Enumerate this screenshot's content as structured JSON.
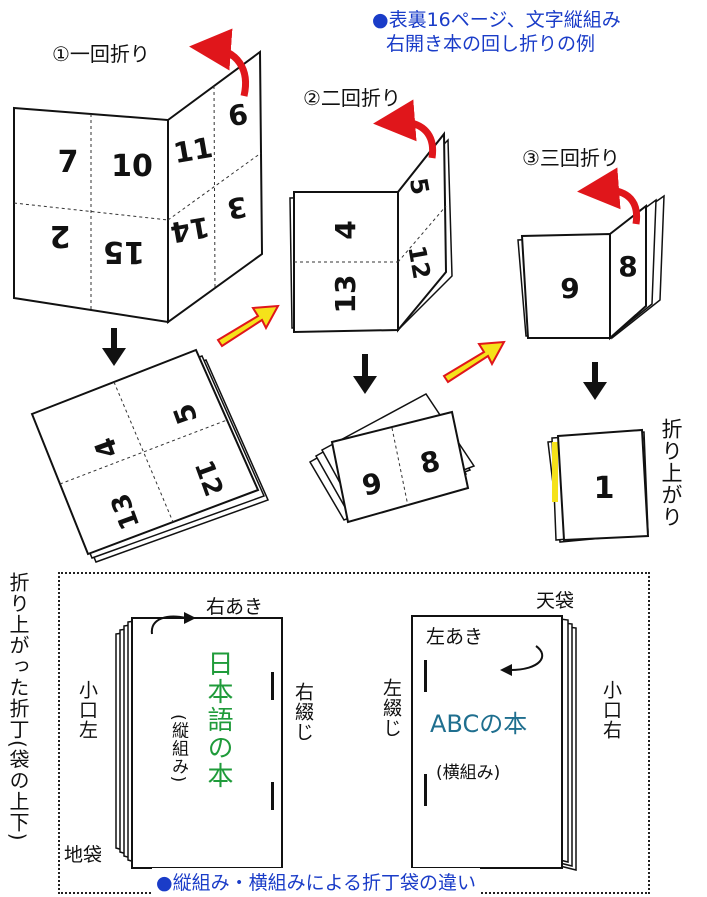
{
  "title": {
    "line1": "●表裏16ページ、文字縦組み",
    "line2": "右開き本の回し折りの例"
  },
  "steps": {
    "one": "①一回折り",
    "two": "②二回折り",
    "three": "③三回折り"
  },
  "finished": "折り上がり",
  "sheet1": {
    "left": [
      "7",
      "10",
      "2",
      "15"
    ],
    "right": [
      "11",
      "6",
      "14",
      "3"
    ]
  },
  "sheet1b": [
    "4",
    "5",
    "13",
    "12"
  ],
  "sheet2": {
    "left": [
      "4",
      "13"
    ],
    "right": [
      "5",
      "12"
    ]
  },
  "sheet2b": [
    "9",
    "8"
  ],
  "sheet3": {
    "left": "9",
    "right": "8"
  },
  "final_page": "1",
  "bottom": {
    "side_label": "折り上がった折丁(袋の上下)",
    "caption": "●縦組み・横組みによる折丁袋の違い",
    "jp_book": {
      "top_label": "右あき",
      "left_label": "小口左",
      "right_label": "右綴じ",
      "bottom_label": "地袋",
      "title": "日本語の本",
      "sub": "(縦組み)"
    },
    "en_book": {
      "top_label": "天袋",
      "inner_label": "左あき",
      "left_label": "左綴じ",
      "right_label": "小口右",
      "title": "ABCの本",
      "sub": "(横組み)"
    }
  },
  "colors": {
    "arrow_red": "#e0161b",
    "arrow_yellow": "#f5e21a",
    "green": "#1f9b3a",
    "blue_text": "#1a3cc8",
    "teal": "#1f6f8f"
  }
}
